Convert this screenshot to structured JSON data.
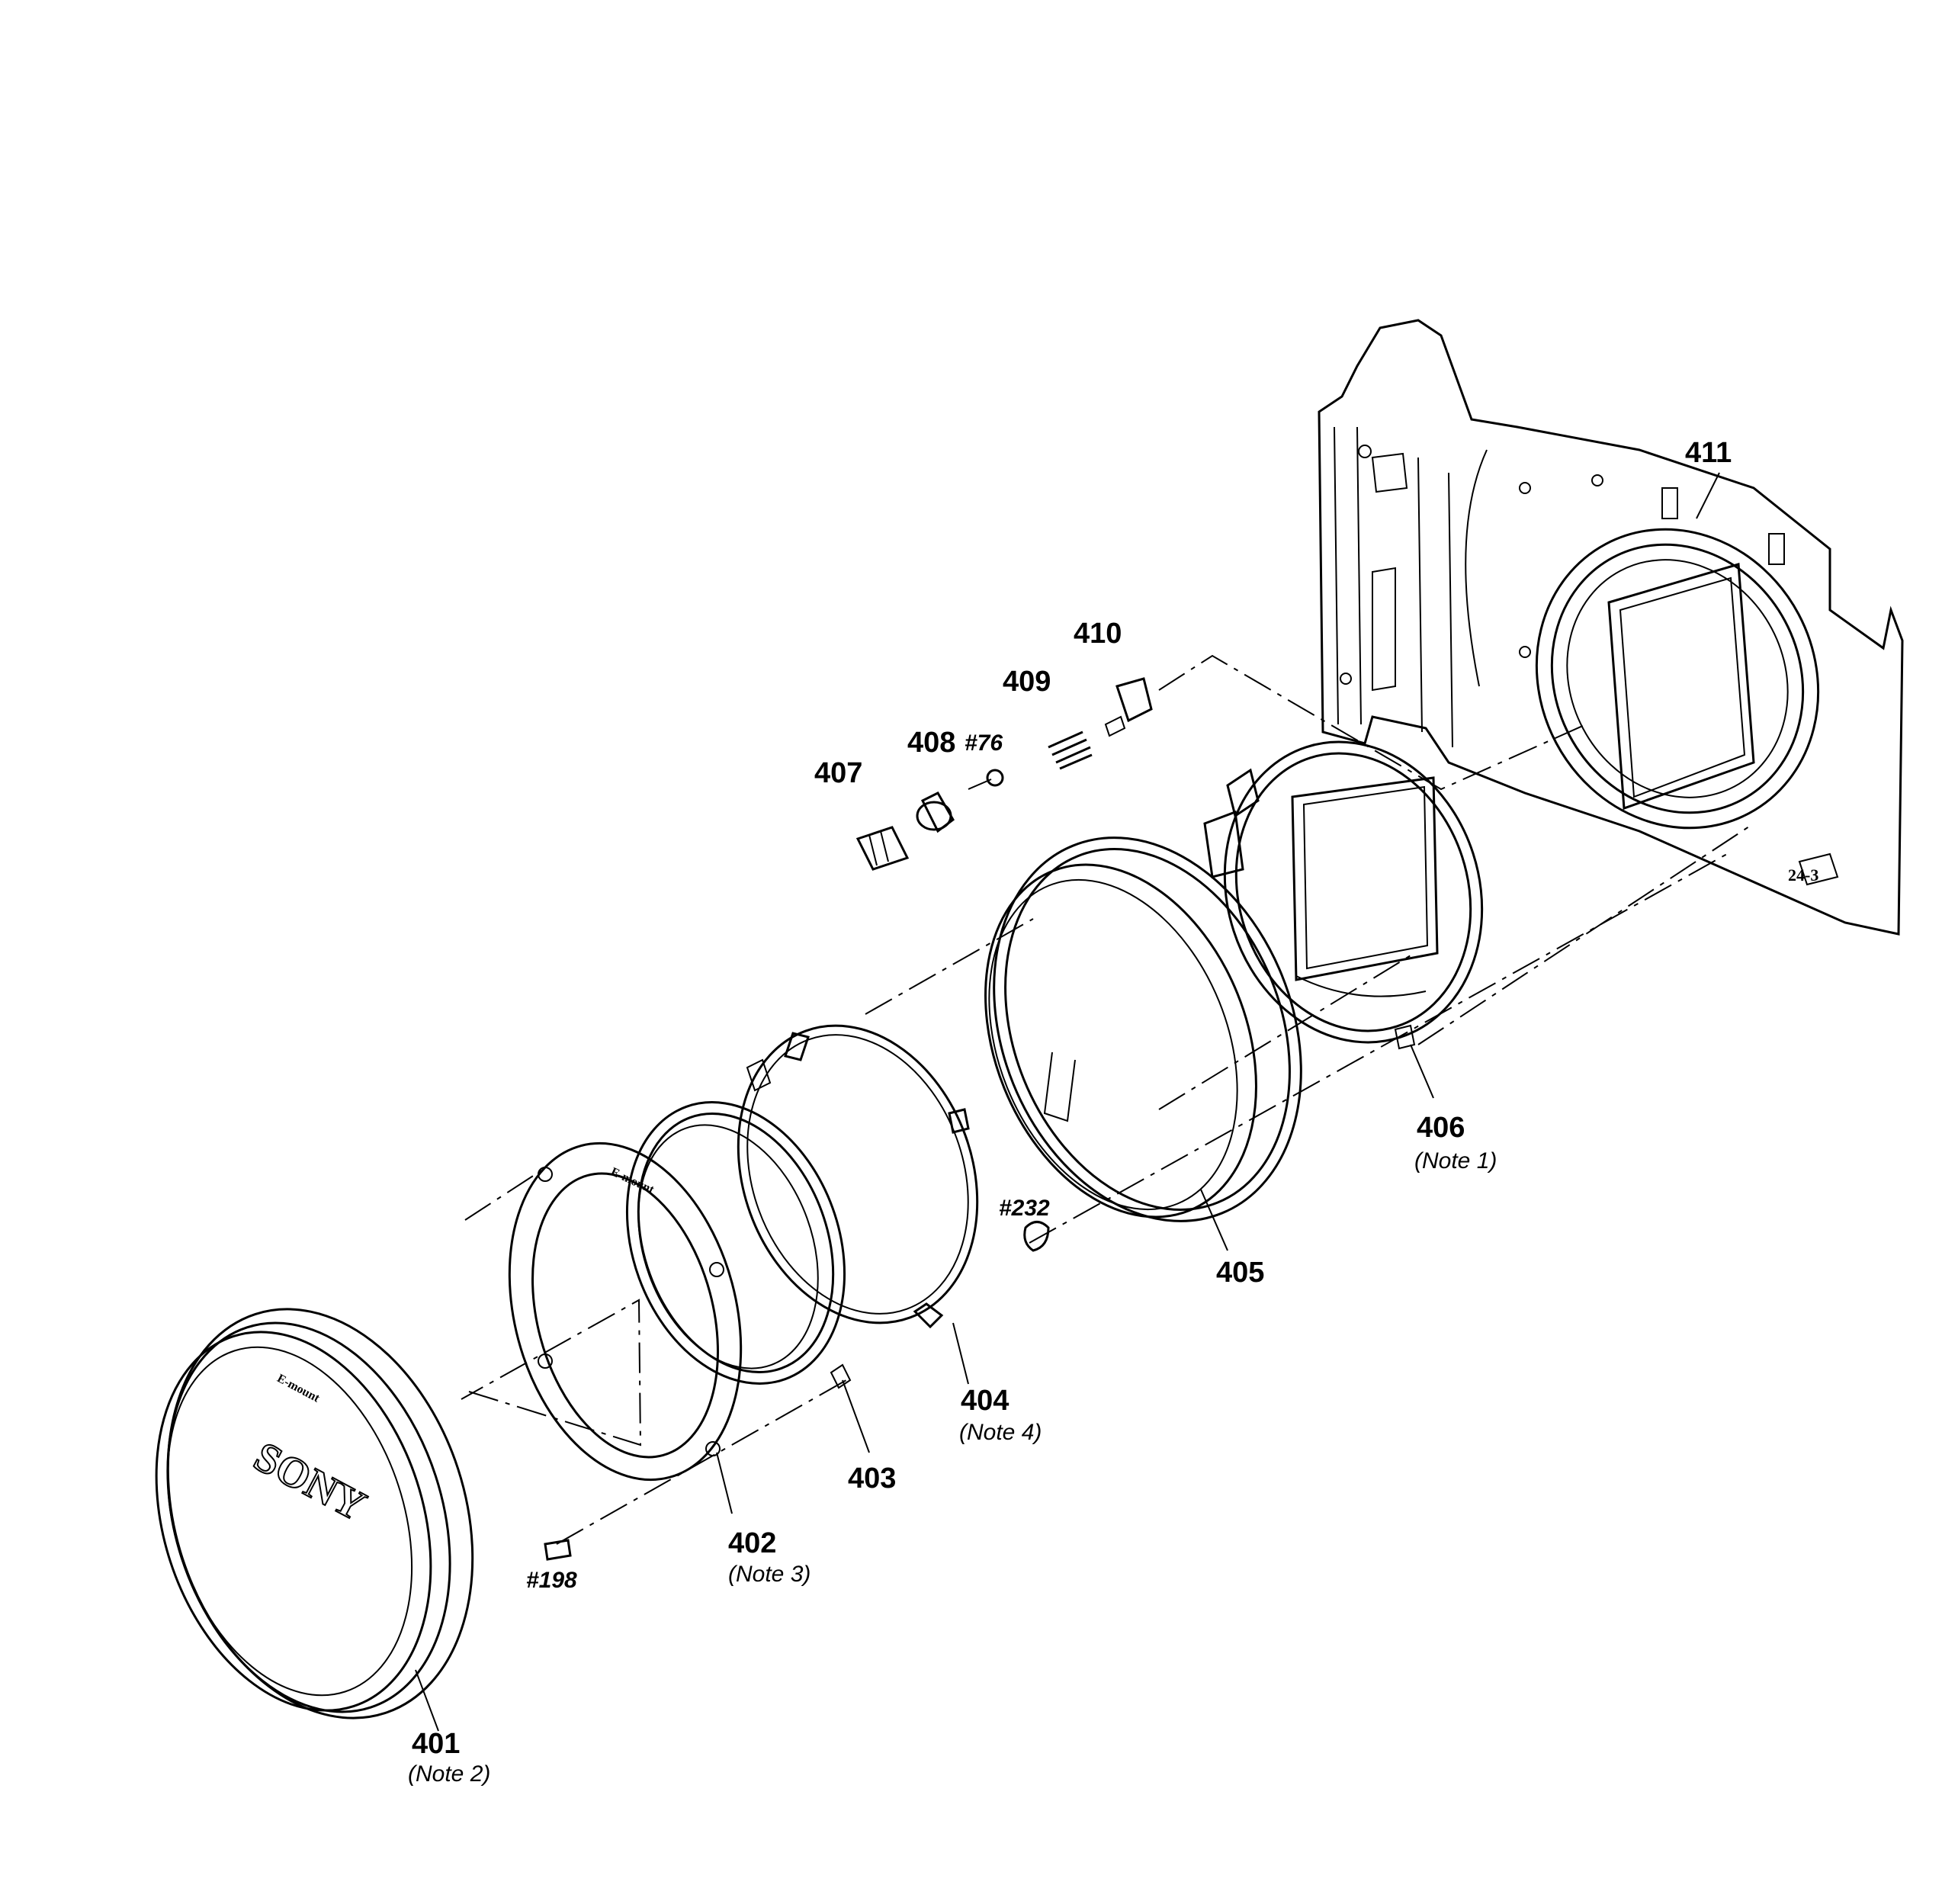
{
  "parts": {
    "p401": {
      "num": "401",
      "note": "(Note 2)"
    },
    "p402": {
      "num": "402",
      "note": "(Note 3)"
    },
    "p403": {
      "num": "403"
    },
    "p404": {
      "num": "404",
      "note": "(Note 4)"
    },
    "p405": {
      "num": "405"
    },
    "p406": {
      "num": "406",
      "note": "(Note 1)"
    },
    "p407": {
      "num": "407"
    },
    "p408": {
      "num": "408"
    },
    "p409": {
      "num": "409"
    },
    "p410": {
      "num": "410"
    },
    "p411": {
      "num": "411"
    }
  },
  "screws": {
    "s76": "#76",
    "s198": "#198",
    "s232": "#232"
  },
  "cap": {
    "brand": "SONY",
    "mount_text": "E-mount"
  }
}
